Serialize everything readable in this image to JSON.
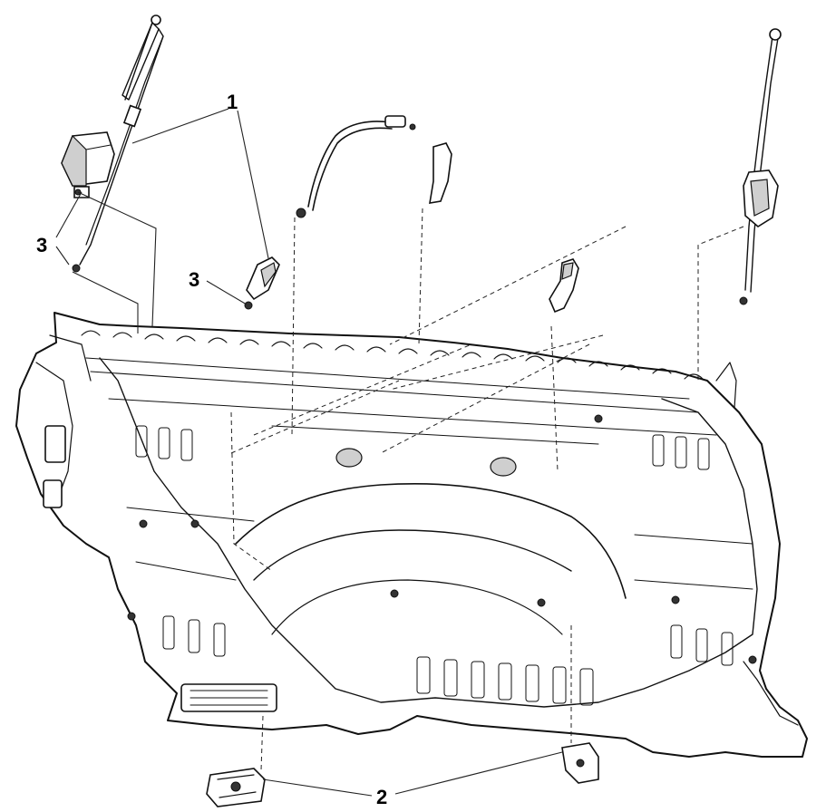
{
  "callouts": {
    "c1": "1",
    "c2": "2",
    "c3a": "3",
    "c3b": "3"
  },
  "colors": {
    "ink": "#111111",
    "background": "#ffffff"
  },
  "icons": [
    "seat-belt-retractor-icon",
    "seat-belt-buckle-icon",
    "anchor-plate-icon",
    "floor-panel-icon"
  ]
}
